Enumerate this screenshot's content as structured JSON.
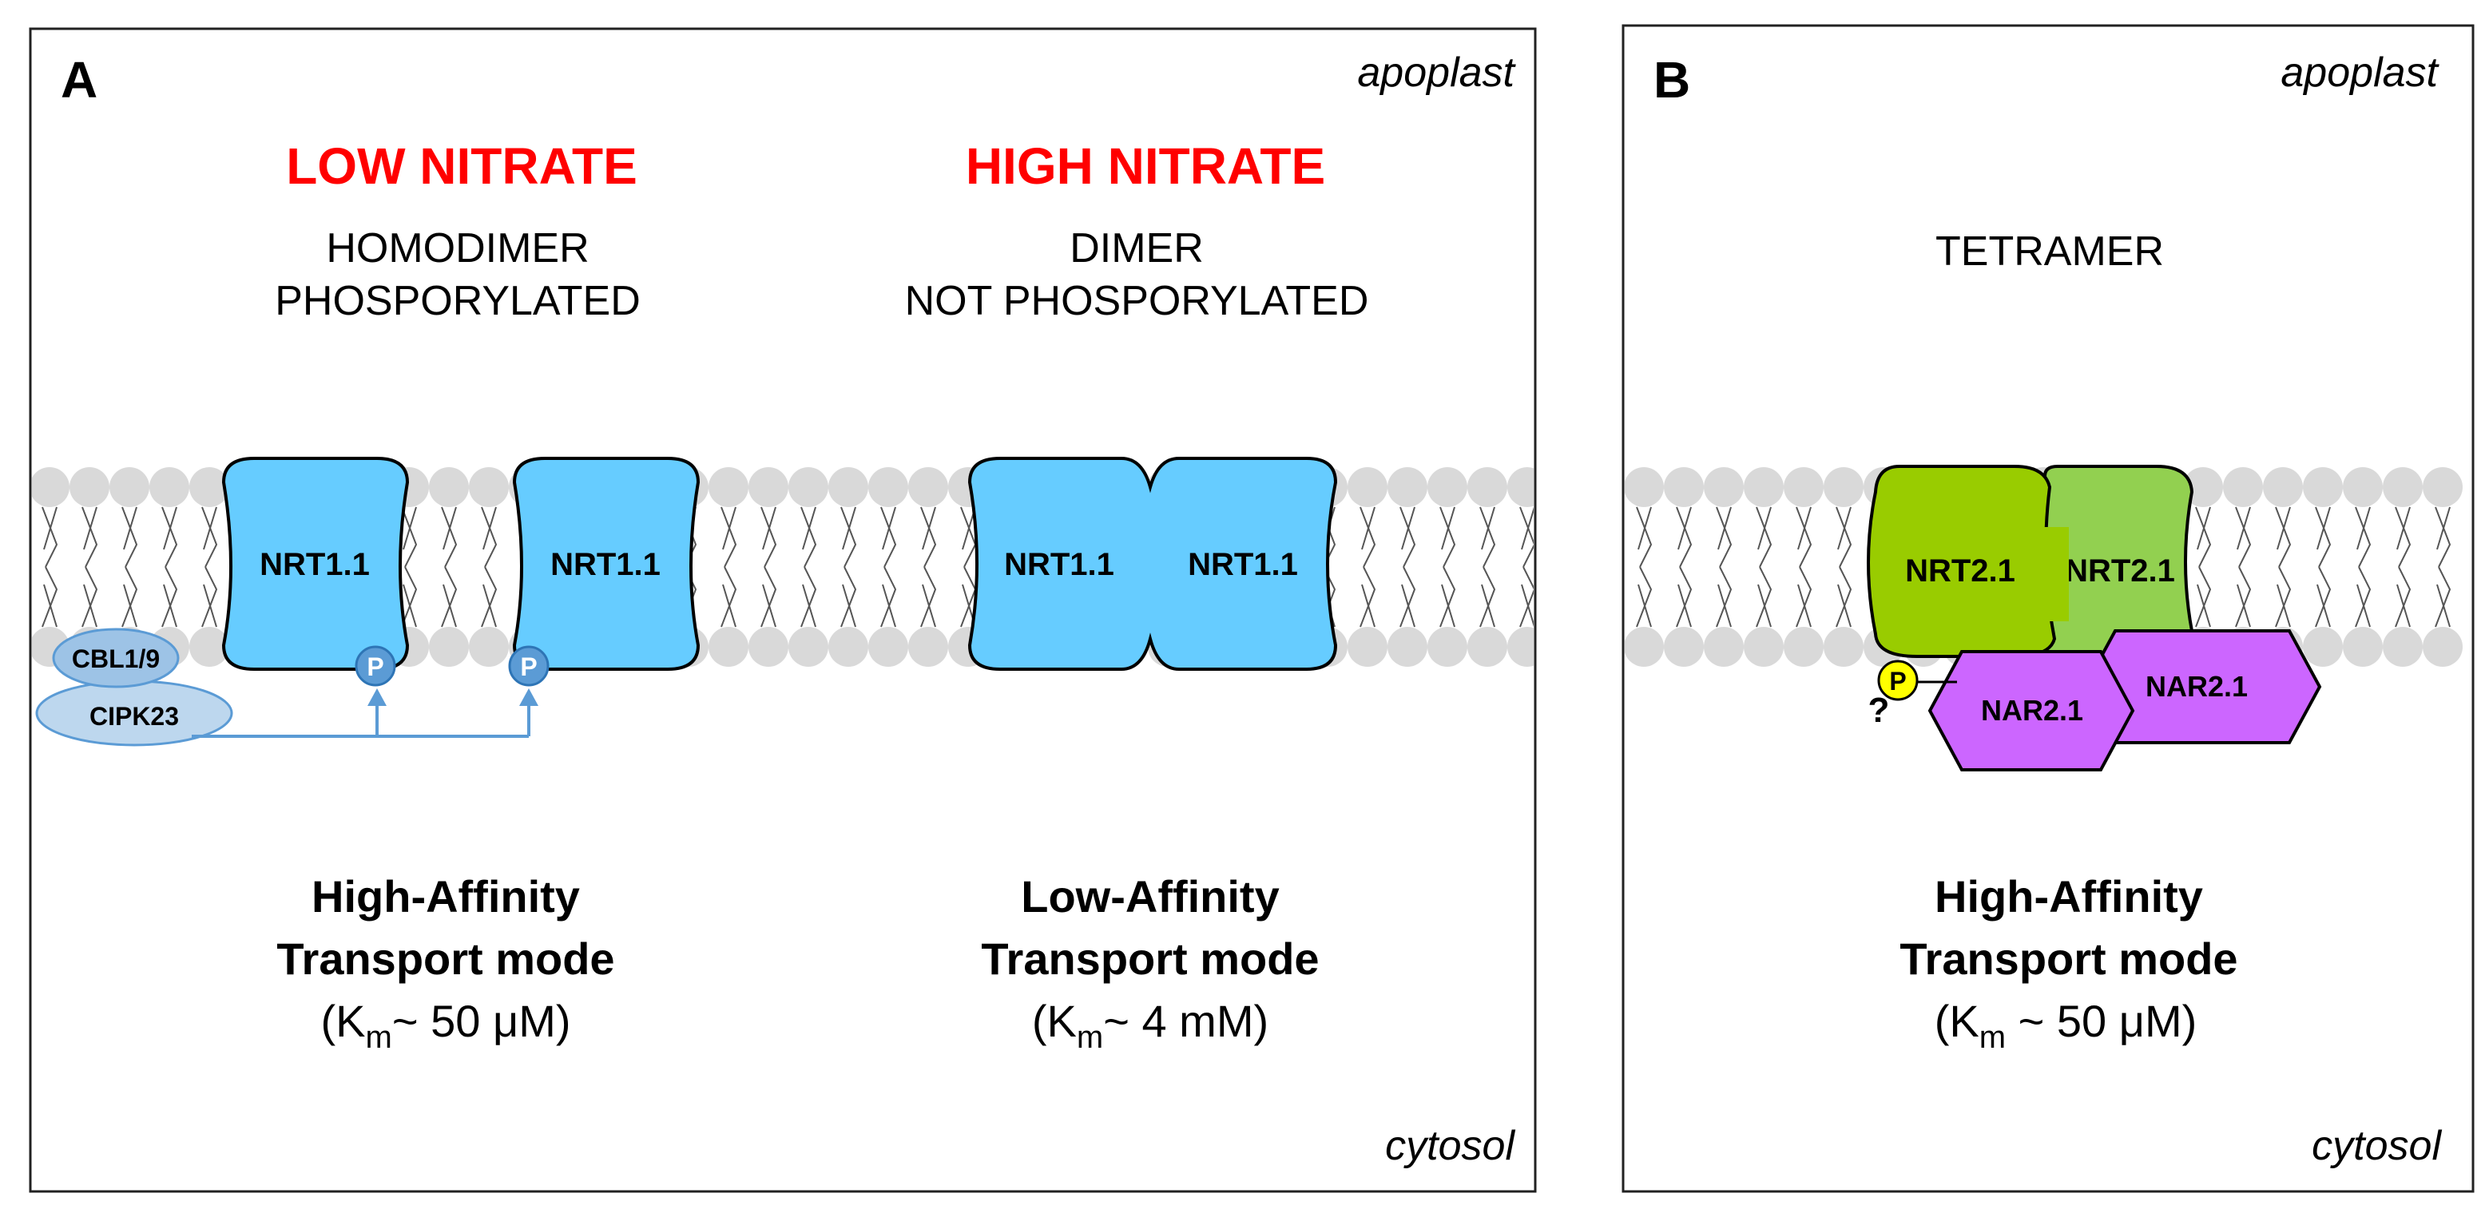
{
  "panel_a": {
    "letter": "A",
    "apoplast": "apoplast",
    "cytosol": "cytosol",
    "low": {
      "title": "LOW NITRATE",
      "state_line1": "HOMODIMER",
      "state_line2": "PHOSPORYLATED",
      "transporter_left": "NRT1.1",
      "transporter_right": "NRT1.1",
      "phospho": "P",
      "kinase_top": "CBL1/9",
      "kinase_bottom": "CIPK23",
      "mode_line1": "High-Affinity",
      "mode_line2": "Transport mode",
      "km_open": "(K",
      "km_sub": "m",
      "km_value": "~ 50 μM)"
    },
    "high": {
      "title": "HIGH NITRATE",
      "state_line1": "DIMER",
      "state_line2": "NOT PHOSPORYLATED",
      "transporter_left": "NRT1.1",
      "transporter_right": "NRT1.1",
      "mode_line1": "Low-Affinity",
      "mode_line2": "Transport mode",
      "km_open": "(K",
      "km_sub": "m",
      "km_value": "~ 4 mM)"
    }
  },
  "panel_b": {
    "letter": "B",
    "apoplast": "apoplast",
    "cytosol": "cytosol",
    "state": "TETRAMER",
    "transporter_left": "NRT2.1",
    "transporter_right": "NRT2.1",
    "partner_left": "NAR2.1",
    "partner_right": "NAR2.1",
    "phospho": "P",
    "question": "?",
    "mode_line1": "High-Affinity",
    "mode_line2": "Transport mode",
    "km_open": "(K",
    "km_sub": "m",
    "km_value": " ~ 50 μM)"
  },
  "colors": {
    "nitrate_red": "#ff0000",
    "nrt1_blue": "#66ccff",
    "kinase_blue": "#bdd7ee",
    "phospho_blue": "#5b9bd5",
    "arrow_blue": "#5b9bd5",
    "nrt2_dark_green": "#99cc00",
    "nrt2_light_green": "#92d050",
    "nar2_purple": "#cc66ff",
    "phospho_yellow": "#ffff00",
    "lipid_gray": "#d9d9d9"
  }
}
